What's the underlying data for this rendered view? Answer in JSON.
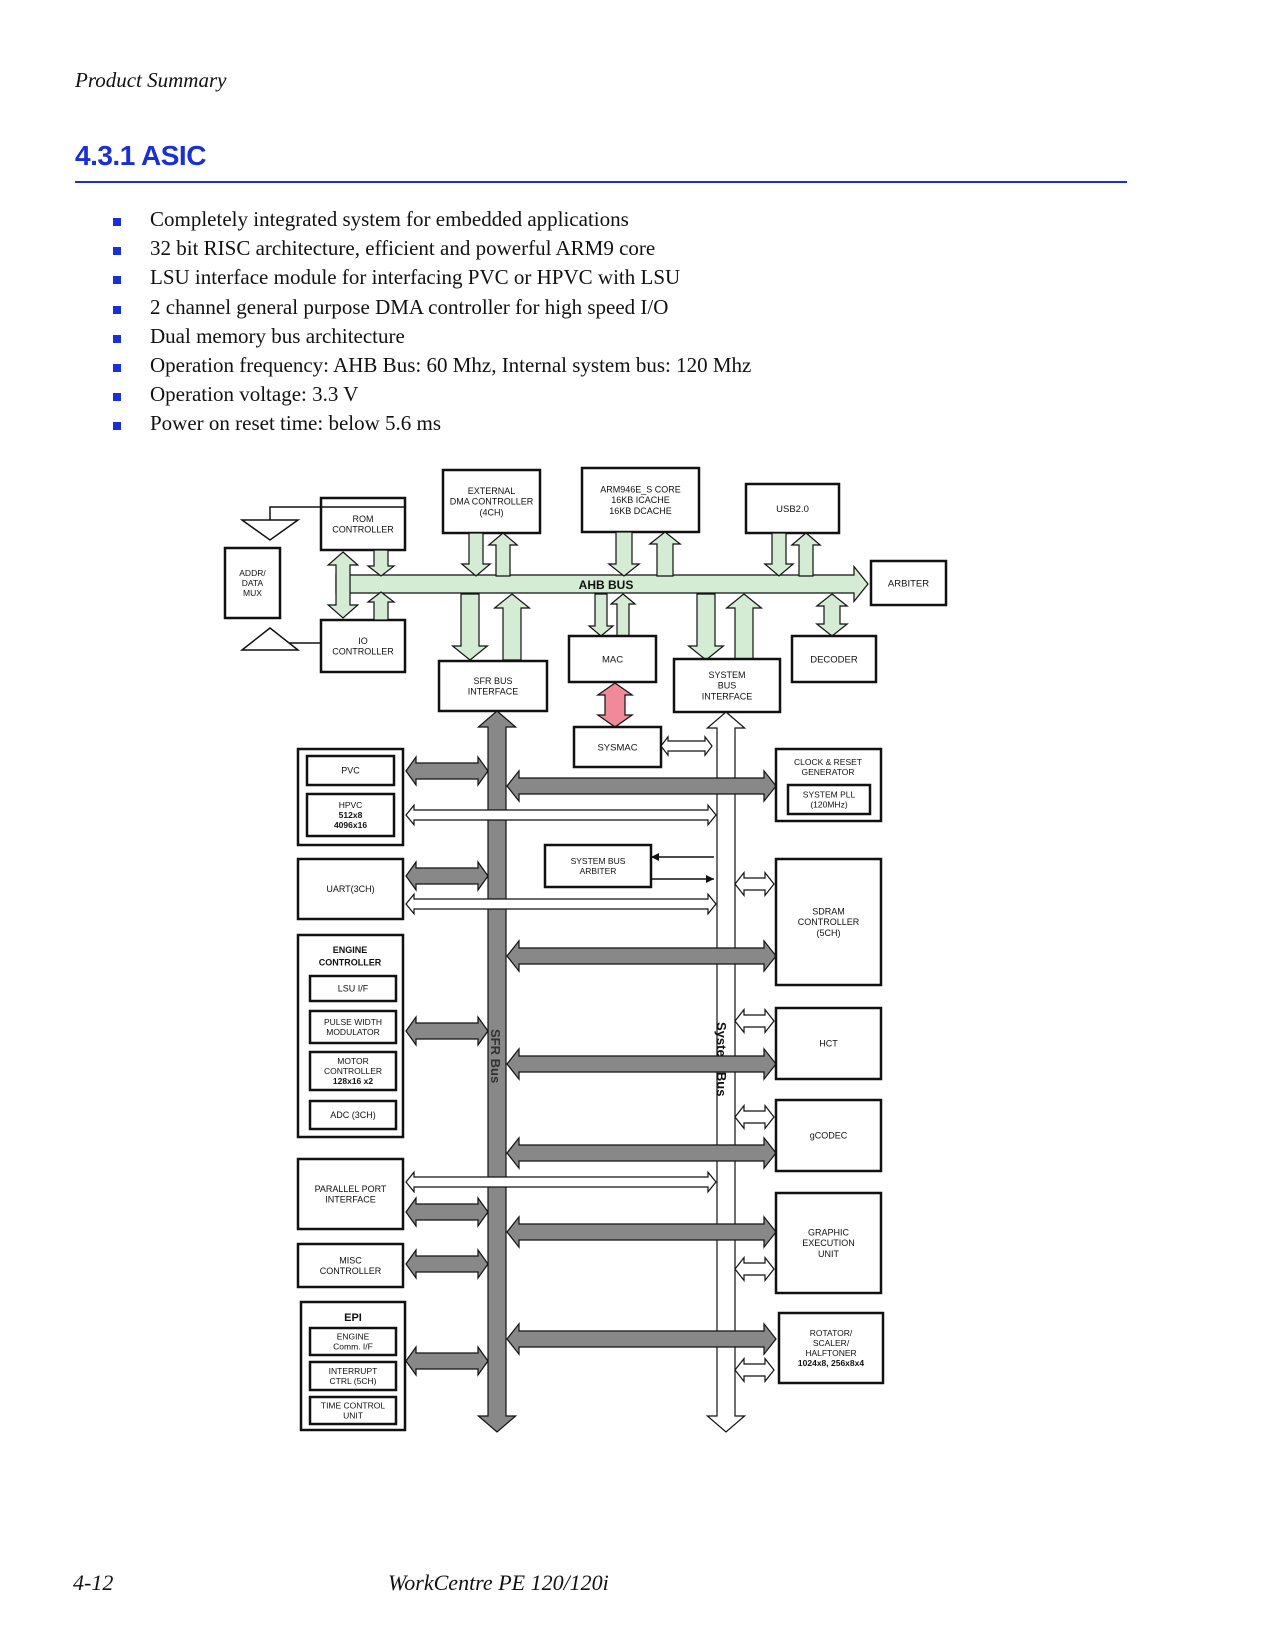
{
  "header": {
    "title": "Product Summary"
  },
  "section": {
    "heading": "4.3.1 ASIC"
  },
  "bullets": [
    "Completely integrated system for embedded applications",
    "32 bit RISC architecture, efficient and powerful ARM9 core",
    "LSU interface module for interfacing PVC or HPVC with LSU",
    "2 channel general purpose DMA controller for high speed I/O",
    "Dual memory bus architecture",
    "Operation frequency: AHB Bus: 60 Mhz, Internal system bus: 120 Mhz",
    "Operation voltage: 3.3 V",
    "Power on reset time: below 5.6 ms"
  ],
  "diagram": {
    "buses": {
      "ahb": "AHB BUS",
      "sfr": "SFR Bus",
      "system": "System Bus"
    },
    "blocks": {
      "ext_dma": [
        "EXTERNAL",
        "DMA CONTROLLER",
        "(4CH)"
      ],
      "arm": [
        "ARM946E_S CORE",
        "16KB ICACHE",
        "16KB DCACHE"
      ],
      "usb": [
        "USB2.0"
      ],
      "rom": [
        "ROM",
        "CONTROLLER"
      ],
      "addr_mux": [
        "ADDR/",
        "DATA",
        "MUX"
      ],
      "io": [
        "IO",
        "CONTROLLER"
      ],
      "arbiter": [
        "ARBITER"
      ],
      "sfr_if": [
        "SFR BUS",
        "INTERFACE"
      ],
      "mac": [
        "MAC"
      ],
      "sys_if": [
        "SYSTEM",
        "BUS",
        "INTERFACE"
      ],
      "decoder": [
        "DECODER"
      ],
      "sysmac": [
        "SYSMAC"
      ],
      "pvc": [
        "PVC"
      ],
      "hpvc": [
        "HPVC",
        "512x8",
        "4096x16"
      ],
      "uart": [
        "UART(3CH)"
      ],
      "engine_ctrl": [
        "ENGINE",
        "CONTROLLER"
      ],
      "lsu": [
        "LSU I/F"
      ],
      "pwm": [
        "PULSE   WIDTH",
        "MODULATOR"
      ],
      "motor": [
        "MOTOR",
        "CONTROLLER",
        "128x16 x2"
      ],
      "adc": [
        "ADC (3CH)"
      ],
      "parallel": [
        "PARALLEL PORT",
        "INTERFACE"
      ],
      "misc": [
        "MISC",
        "CONTROLLER"
      ],
      "epi": [
        "EPI"
      ],
      "engine_comm": [
        "ENGINE",
        "Comm. I/F"
      ],
      "interrupt": [
        "INTERRUPT",
        "CTRL (5CH)"
      ],
      "time_ctrl": [
        "TIME CONTROL",
        "UNIT"
      ],
      "sys_arbiter": [
        "SYSTEM BUS",
        "ARBITER"
      ],
      "clock": [
        "CLOCK & RESET",
        "GENERATOR"
      ],
      "pll": [
        "SYSTEM  PLL",
        "(120MHz)"
      ],
      "sdram": [
        "SDRAM",
        "CONTROLLER",
        "(5CH)"
      ],
      "hct": [
        "HCT"
      ],
      "gcodec": [
        "gCODEC"
      ],
      "geu": [
        "GRAPHIC",
        "EXECUTION",
        "UNIT"
      ],
      "rotator": [
        "ROTATOR/",
        "SCALER/",
        "HALFTONER",
        "1024x8, 256x8x4"
      ]
    },
    "colors": {
      "bus_green": "#d4ecd4",
      "sfr_gray": "#888888",
      "pink": "#f08a9a",
      "heading_blue": "#1a2fd6"
    }
  },
  "footer": {
    "page_number": "4-12",
    "product": "WorkCentre PE 120/120i"
  }
}
